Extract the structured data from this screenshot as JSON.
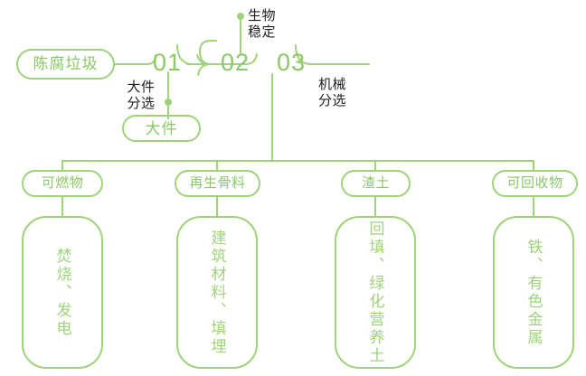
{
  "theme": {
    "line_color": "#9ed37a",
    "pill_text_color": "#8cc866",
    "box_text_color": "#9ed37a",
    "annotation_text_color": "#231f20",
    "background": "#ffffff"
  },
  "flow": {
    "source": {
      "label": "陈腐垃圾"
    },
    "stages": [
      {
        "number": "01",
        "annotation": "大件\n分选"
      },
      {
        "number": "02",
        "annotation": "生物\n稳定"
      },
      {
        "number": "03",
        "annotation": "机械\n分选"
      }
    ],
    "side_output": {
      "label": "大件"
    }
  },
  "outputs": [
    {
      "pill": "可燃物",
      "detail": "焚烧、发电"
    },
    {
      "pill": "再生骨料",
      "detail": "建筑材料、填埋"
    },
    {
      "pill": "渣土",
      "detail": "回填、绿化营养土"
    },
    {
      "pill": "可回收物",
      "detail": "铁、有色金属"
    }
  ]
}
